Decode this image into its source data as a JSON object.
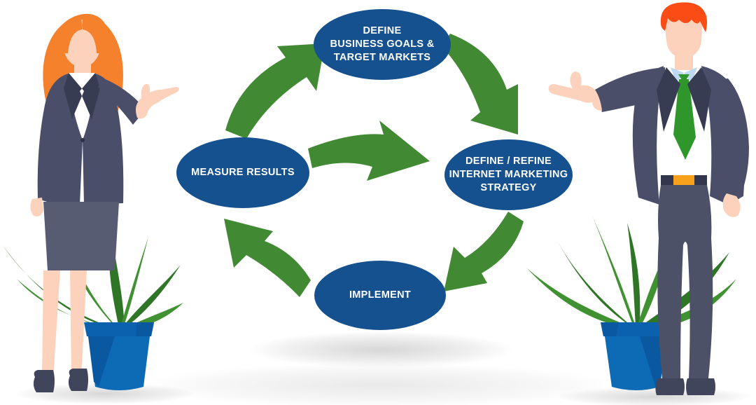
{
  "diagram": {
    "nodes": [
      {
        "id": "define-business-goals",
        "lines": [
          "DEFINE",
          "BUSINESS GOALS &",
          "TARGET MARKETS"
        ]
      },
      {
        "id": "define-refine-strategy",
        "lines": [
          "DEFINE / REFINE",
          "INTERNET MARKETING",
          "STRATEGY"
        ]
      },
      {
        "id": "implement",
        "lines": [
          "IMPLEMENT"
        ]
      },
      {
        "id": "measure-results",
        "lines": [
          "MEASURE RESULTS"
        ]
      }
    ],
    "arrows": [
      {
        "id": "measure-to-define-goals",
        "from": "measure-results",
        "to": "define-business-goals"
      },
      {
        "id": "define-goals-to-strategy",
        "from": "define-business-goals",
        "to": "define-refine-strategy"
      },
      {
        "id": "measure-to-strategy",
        "from": "measure-results",
        "to": "define-refine-strategy"
      },
      {
        "id": "strategy-to-implement",
        "from": "define-refine-strategy",
        "to": "implement"
      },
      {
        "id": "implement-to-measure",
        "from": "implement",
        "to": "measure-results"
      }
    ],
    "colors": {
      "node_fill": "#15508f",
      "node_text": "#ffffff",
      "arrow_green": "#418a33"
    }
  },
  "illustrations": {
    "left_figure": "businesswoman",
    "right_figure": "businessman",
    "colors": {
      "suit": "#4a4e69",
      "skin": "#fcd2bc",
      "hair_woman": "#f5812c",
      "hair_man": "#fb4c16",
      "shirt": "#ffffff",
      "collar_blue": "#bdd9f4",
      "tie_green": "#2f962c",
      "belt_buckle": "#f7a11c",
      "pot_blue": "#0d6ab5",
      "plant_green": "#3f9132",
      "plant_dark_green": "#2e7526"
    }
  }
}
